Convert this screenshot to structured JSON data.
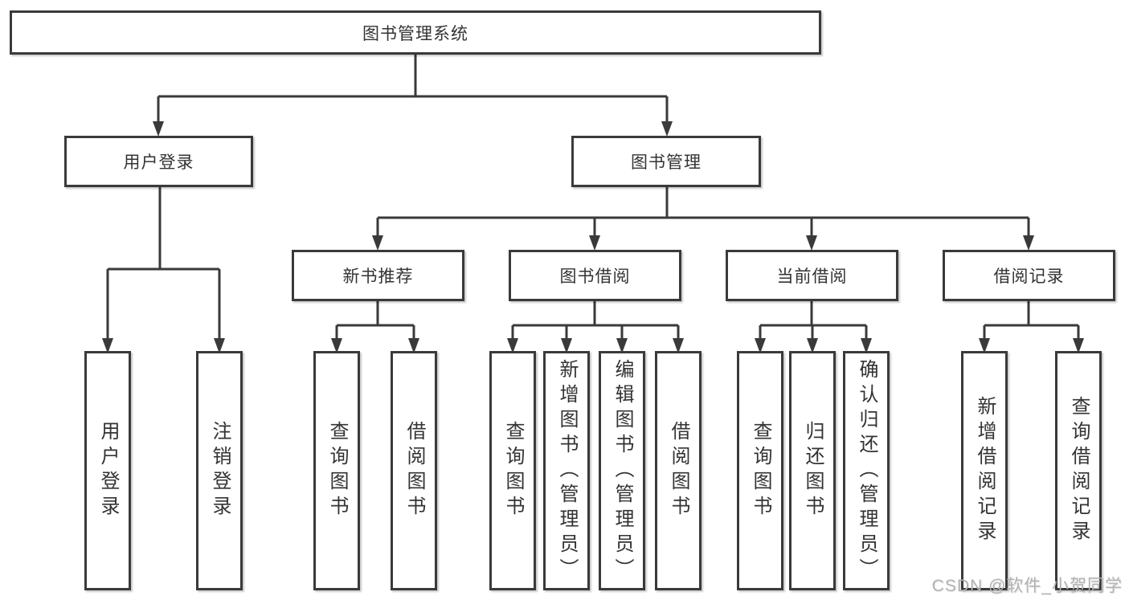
{
  "tree": {
    "root": {
      "label": "图书管理系统"
    },
    "branches": [
      {
        "label": "用户登录",
        "children": [
          {
            "label": "用户登录"
          },
          {
            "label": "注销登录"
          }
        ]
      },
      {
        "label": "图书管理",
        "children": [
          {
            "label": "新书推荐",
            "children": [
              {
                "label": "查询图书"
              },
              {
                "label": "借阅图书"
              }
            ]
          },
          {
            "label": "图书借阅",
            "children": [
              {
                "label": "查询图书"
              },
              {
                "label": "新增图书（管理员）"
              },
              {
                "label": "编辑图书（管理员）"
              },
              {
                "label": "借阅图书"
              }
            ]
          },
          {
            "label": "当前借阅",
            "children": [
              {
                "label": "查询图书"
              },
              {
                "label": "归还图书"
              },
              {
                "label": "确认归还（管理员）"
              }
            ]
          },
          {
            "label": "借阅记录",
            "children": [
              {
                "label": "新增借阅记录"
              },
              {
                "label": "查询借阅记录"
              }
            ]
          }
        ]
      }
    ]
  },
  "watermark": "CSDN @软件_小贺同学",
  "colors": {
    "line": "#3a3a3a",
    "box_border": "#3a3a3a",
    "text": "#333333",
    "watermark": "#b3b3b3"
  }
}
